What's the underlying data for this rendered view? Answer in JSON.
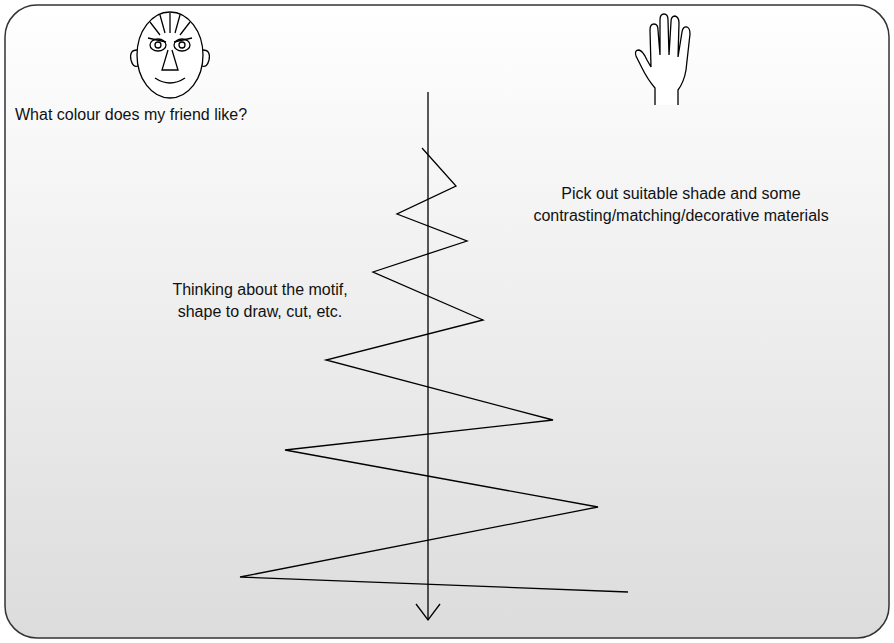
{
  "diagram": {
    "labels": [
      "What colour does my friend like?",
      "Pick out suitable shade and some contrasting/matching/decorative materials",
      "Thinking about the motif, shape to draw, cut, etc."
    ]
  }
}
